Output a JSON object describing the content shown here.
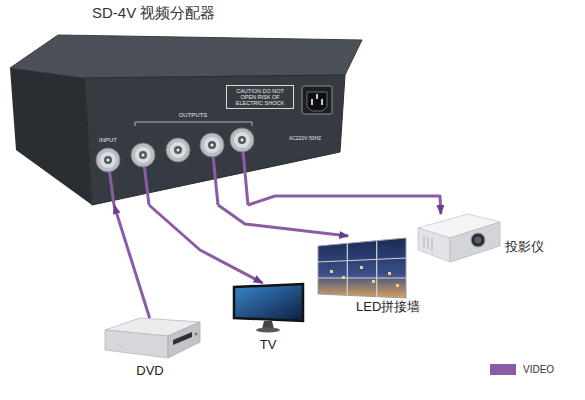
{
  "diagram": {
    "title": "SD-4V 视频分配器",
    "nodes": [
      {
        "text": [
          "INPUT",
          "OUTPUTS",
          "CAUTION DO NOT OPEN RISK OF ELECTRIC SHOCK",
          "AC220V 50HZ"
        ]
      },
      {
        "text": [
          "DVD"
        ]
      },
      {
        "text": [
          "TV"
        ]
      },
      {
        "text": [
          "LED拼接墙"
        ]
      },
      {
        "text": [
          "投影仪"
        ]
      }
    ],
    "edges": [
      {
        "from": 1,
        "to": 0,
        "arrow": "to"
      },
      {
        "from": 0,
        "to": 2,
        "arrow": "to"
      },
      {
        "from": 0,
        "to": 3,
        "arrow": "to"
      },
      {
        "from": 0,
        "to": 4,
        "arrow": "to"
      }
    ],
    "legend": [
      {
        "text": "VIDEO",
        "color": "#8b5ca5"
      }
    ]
  }
}
